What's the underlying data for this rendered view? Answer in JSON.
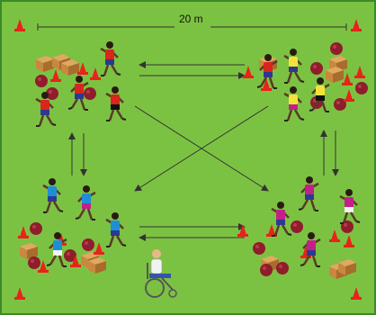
{
  "diagram": {
    "distance_label": "20 m",
    "colors": {
      "field": "#7cc242",
      "border": "#3b8a2a",
      "cone": "#e8231a",
      "ball": "#8f1d2c",
      "box": "#c9883f",
      "arrow": "#333333",
      "team_red": "#d9251c",
      "team_yellow": "#f3e23a",
      "team_blue": "#1e8fd6",
      "team_magenta": "#c21f8a"
    },
    "groups": [
      {
        "corner": "top-left",
        "shirt": "red"
      },
      {
        "corner": "top-right",
        "shirt": "red-and-yellow"
      },
      {
        "corner": "bottom-left",
        "shirt": "blue"
      },
      {
        "corner": "bottom-right",
        "shirt": "magenta"
      }
    ],
    "extra_figure": "wheelchair-player"
  }
}
